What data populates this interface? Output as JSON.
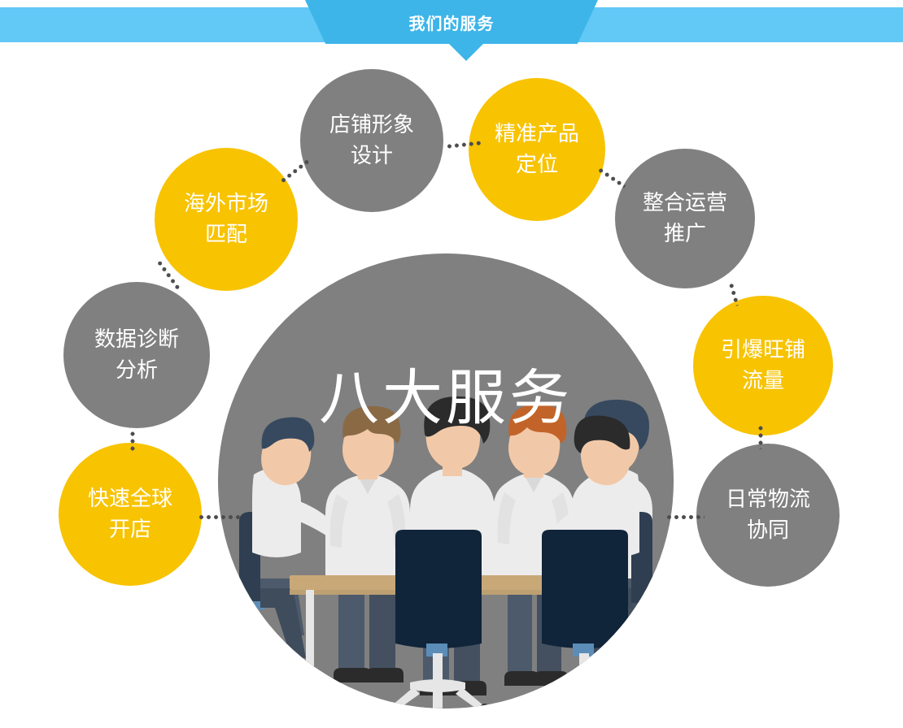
{
  "header": {
    "title": "我们的服务"
  },
  "colors": {
    "band_blue": "#62c8f5",
    "ribbon_blue": "#3db5e8",
    "gray": "#808080",
    "yellow": "#f8c300",
    "text_white": "#ffffff",
    "dot_gray": "#4d4d4d"
  },
  "center": {
    "label": "八大服务"
  },
  "bubbles": [
    {
      "id": "shop-image-design",
      "color": "gray",
      "line1": "店铺形象",
      "line2": "设计"
    },
    {
      "id": "precise-positioning",
      "color": "yellow",
      "line1": "精准产品",
      "line2": "定位"
    },
    {
      "id": "overseas-market",
      "color": "yellow",
      "line1": "海外市场",
      "line2": "匹配"
    },
    {
      "id": "integrated-ops",
      "color": "gray",
      "line1": "整合运营",
      "line2": "推广"
    },
    {
      "id": "data-diagnosis",
      "color": "gray",
      "line1": "数据诊断",
      "line2": "分析"
    },
    {
      "id": "traffic-boost",
      "color": "yellow",
      "line1": "引爆旺铺",
      "line2": "流量"
    },
    {
      "id": "fast-global-store",
      "color": "yellow",
      "line1": "快速全球",
      "line2": "开店"
    },
    {
      "id": "daily-logistics",
      "color": "gray",
      "line1": "日常物流",
      "line2": "协同"
    }
  ],
  "illustration": {
    "name": "business-meeting-illustration",
    "people_count": 6,
    "palette": {
      "skin": "#f2c9a8",
      "shirt": "#ececec",
      "shirt_shadow": "#d9d9d9",
      "trousers": "#4d5a6b",
      "chair_dark": "#10243a",
      "chair_mid": "#38495e",
      "table_top": "#c9a878",
      "table_leg": "#e6e6e6",
      "hair_dark_blue": "#37495f",
      "hair_brown": "#8a6a45",
      "hair_black": "#2b2b2b",
      "hair_ginger": "#c2642a",
      "shoes": "#2b2b2b"
    }
  }
}
